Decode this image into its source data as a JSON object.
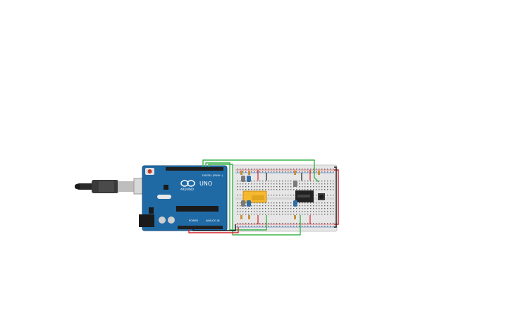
{
  "canvas": {
    "background": "#ffffff"
  },
  "arduino": {
    "brand": "ARDUINO",
    "model": "UNO",
    "digital_label": "DIGITAL (PWM~)",
    "power_label": "POWER",
    "analog_label": "ANALOG IN",
    "board_color": "#1f6aa5",
    "icons": [
      "reset-button-icon",
      "usb-plug-icon",
      "power-jack-icon"
    ]
  },
  "colors": {
    "wire_green": "#3cb34a",
    "wire_red": "#d6202a",
    "wire_black": "#1a1a1a",
    "lcd_yellow": "#f5b82e",
    "ic_black": "#222222",
    "capacitor_blue": "#2f6fa8"
  }
}
